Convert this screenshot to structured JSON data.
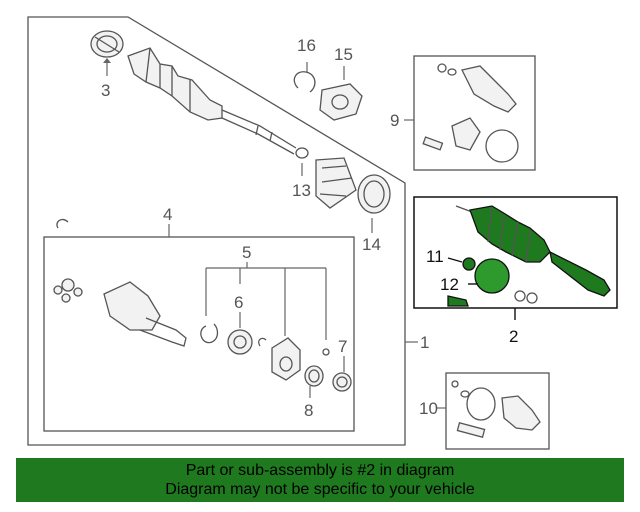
{
  "callouts": {
    "c1": "1",
    "c2": "2",
    "c3": "3",
    "c4": "4",
    "c5": "5",
    "c6": "6",
    "c7": "7",
    "c8": "8",
    "c9": "9",
    "c10": "10",
    "c11": "11",
    "c12": "12",
    "c13": "13",
    "c14": "14",
    "c15": "15",
    "c16": "16"
  },
  "banner": {
    "line1": "Part or sub-assembly is #2 in diagram",
    "line2": "Diagram may not be specific to your vehicle"
  },
  "colors": {
    "highlight": "#1f7a1f",
    "banner": "#1f7a1f",
    "line": "#555555"
  }
}
